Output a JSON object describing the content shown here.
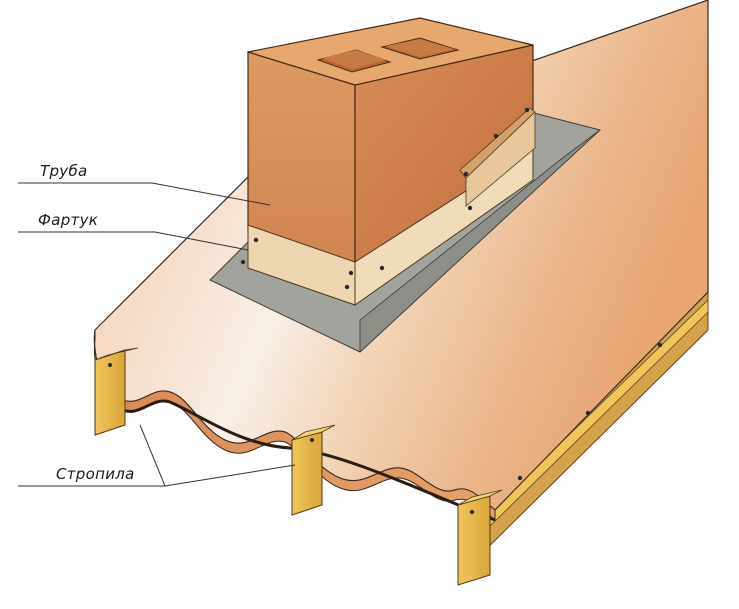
{
  "labels": {
    "pipe": "Труба",
    "apron": "Фартук",
    "rafters": "Стропила"
  },
  "colors": {
    "brick_front": "#d9925a",
    "brick_side": "#c8743e",
    "brick_top": "#e3a56b",
    "apron": "#efd8b5",
    "base_plate": "#9c9c96",
    "rafter": "#e3b64a",
    "leader_line": "#333333"
  }
}
